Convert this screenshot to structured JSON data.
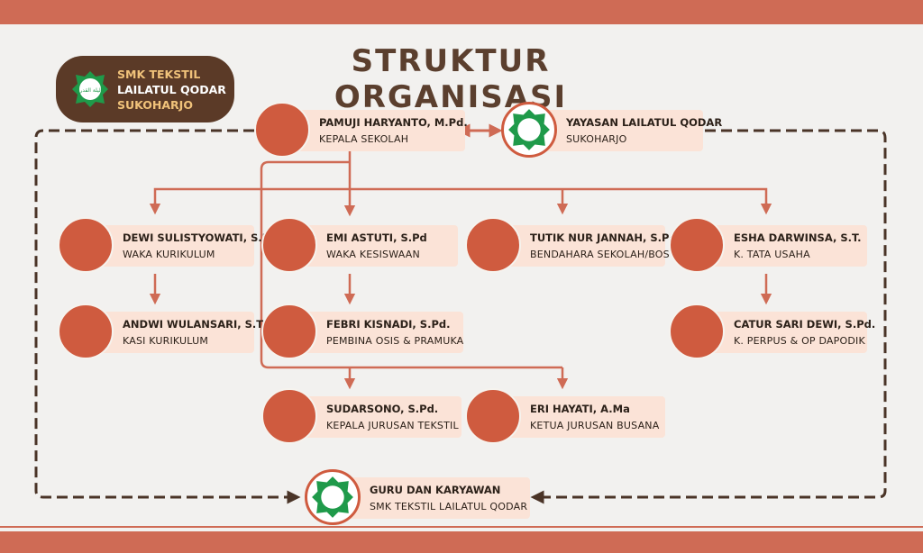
{
  "title": "STRUKTUR ORGANISASI",
  "school_logo": {
    "line1": "SMK TEKSTIL",
    "line2": "LAILATUL QODAR",
    "line3": "SUKOHARJO"
  },
  "emblem_text": "ليلة القدر",
  "colors": {
    "band": "#cf6b55",
    "logo_bg": "#5b3a27",
    "card_bg": "#fbe3d7",
    "arrow": "#cf6b55",
    "dashed": "#4a3427",
    "emblem_green": "#1f9a4a"
  },
  "nodes": {
    "kepala": {
      "name": "PAMUJI HARYANTO, M.Pd.",
      "role": "KEPALA SEKOLAH"
    },
    "yayasan": {
      "name": "YAYASAN LAILATUL QODAR",
      "role": "SUKOHARJO"
    },
    "waka_kur": {
      "name": "DEWI SULISTYOWATI, S.Pd.",
      "role": "WAKA KURIKULUM"
    },
    "waka_kes": {
      "name": "EMI ASTUTI, S.Pd",
      "role": "WAKA KESISWAAN"
    },
    "bendahara": {
      "name": "TUTIK NUR JANNAH, S.Pd.I",
      "role": "BENDAHARA SEKOLAH/BOS"
    },
    "tata_usaha": {
      "name": "ESHA DARWINSA, S.T.",
      "role": "K. TATA USAHA"
    },
    "kasi_kur": {
      "name": "ANDWI WULANSARI, S.T.",
      "role": "KASI KURIKULUM"
    },
    "pembina": {
      "name": "FEBRI KISNADI, S.Pd.",
      "role": "PEMBINA OSIS & PRAMUKA"
    },
    "perpus": {
      "name": "CATUR SARI DEWI, S.Pd.",
      "role": "K. PERPUS & OP DAPODIK"
    },
    "kajur_tekstil": {
      "name": "SUDARSONO, S.Pd.",
      "role": "KEPALA JURUSAN TEKSTIL"
    },
    "kajur_busana": {
      "name": "ERI HAYATI, A.Ma",
      "role": "KETUA JURUSAN BUSANA"
    },
    "guru": {
      "name": "GURU DAN KARYAWAN",
      "role": "SMK TEKSTIL LAILATUL QODAR"
    }
  }
}
